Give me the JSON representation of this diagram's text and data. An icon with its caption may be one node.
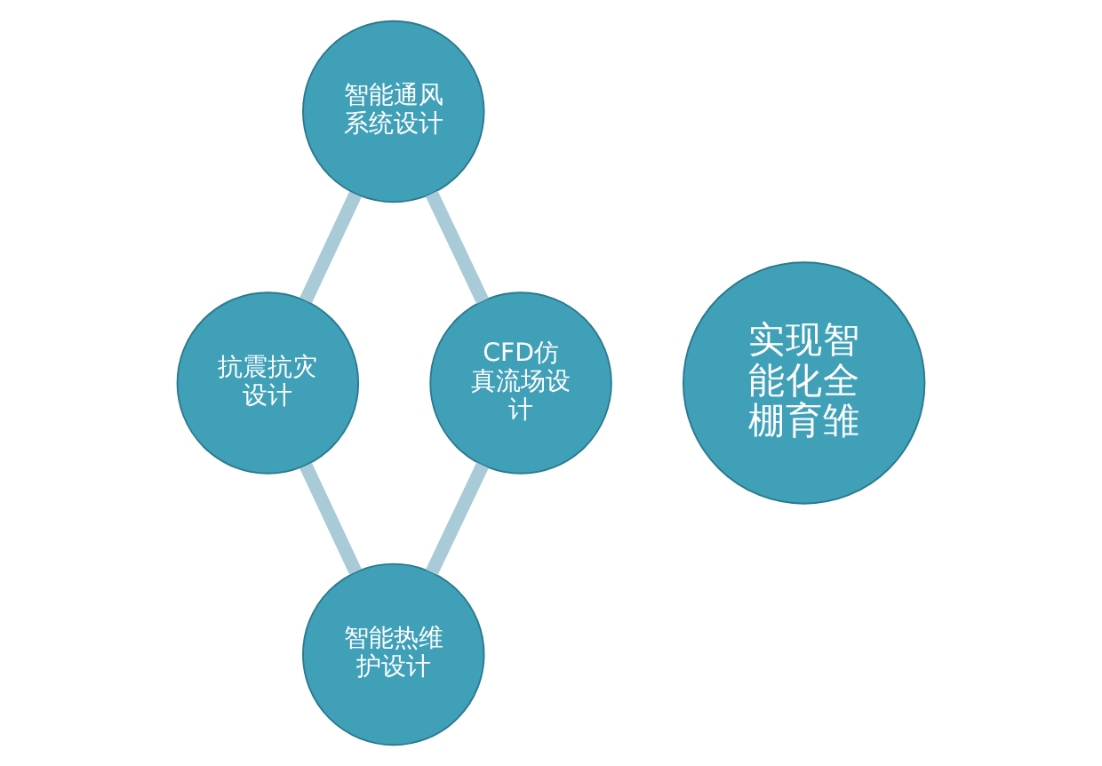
{
  "diagram": {
    "nodes": [
      {
        "text": [
          "智能通风系统设计"
        ]
      },
      {
        "text": [
          "抗震抗灾设计"
        ]
      },
      {
        "text": [
          "实现智能化全棚育雏"
        ]
      },
      {
        "text": [
          "CFD仿真流场设计"
        ]
      },
      {
        "text": [
          "智能热维护设计"
        ]
      }
    ],
    "edges": [
      {
        "from": 0,
        "to": 1,
        "arrow": "none"
      },
      {
        "from": 1,
        "to": 4,
        "arrow": "none"
      },
      {
        "from": 3,
        "to": 4,
        "arrow": "none"
      },
      {
        "from": 0,
        "to": 3,
        "arrow": "none"
      }
    ]
  }
}
